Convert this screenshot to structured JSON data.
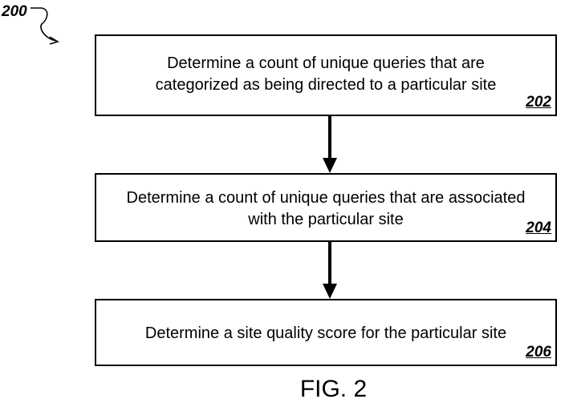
{
  "figure": {
    "reference_number": "200",
    "caption": "FIG. 2"
  },
  "steps": [
    {
      "lines": [
        "Determine a count of unique queries that are",
        "categorized as being directed to a particular site"
      ],
      "number": "202"
    },
    {
      "lines": [
        "Determine a count of unique queries that are associated",
        "with the particular site"
      ],
      "number": "204"
    },
    {
      "lines": [
        "Determine a site quality score for the particular site"
      ],
      "number": "206"
    }
  ],
  "colors": {
    "line": "#000000",
    "background": "#ffffff"
  }
}
